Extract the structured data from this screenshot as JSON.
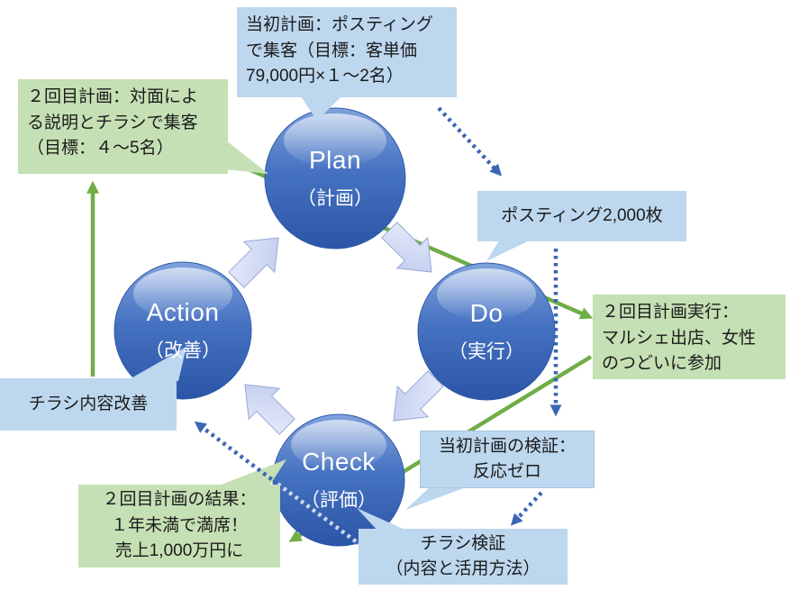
{
  "diagram": "PDCA cycle with first and second plan callouts",
  "colors": {
    "callout_blue": "#BDD7EE",
    "callout_green": "#C5E0B4",
    "green_line": "#70AD47",
    "dotted_blue": "#3B66B5",
    "circle_blue_top": "#7FA2DC",
    "circle_blue_bottom": "#2B55A6",
    "block_arrow": "#CBD5F2",
    "text": "#1b1b1b"
  },
  "cycle": {
    "nodes": [
      {
        "id": "plan",
        "en": "Plan",
        "jp": "（計画）"
      },
      {
        "id": "do",
        "en": "Do",
        "jp": "（実行）"
      },
      {
        "id": "check",
        "en": "Check",
        "jp": "（評価）"
      },
      {
        "id": "action",
        "en": "Action",
        "jp": "（改善）"
      }
    ]
  },
  "callouts": {
    "initial_plan": {
      "text": "当初計画：ポスティング\nで集客（目標：客単価\n79,000円×１～2名）"
    },
    "second_plan": {
      "text": "２回目計画：対面によ\nる説明とチラシで集客\n（目標：４～5名）"
    },
    "posting": {
      "text": "ポスティング2,000枚"
    },
    "second_do": {
      "text": "２回目計画実行：\nマルシェ出店、女性\nのつどいに参加"
    },
    "initial_check": {
      "text": "当初計画の検証：\n反応ゼロ"
    },
    "flyer_improvement": {
      "text": "チラシ内容改善"
    },
    "second_result": {
      "text": "２回目計画の結果：\n１年未満で満席！\n売上1,000万円に"
    },
    "flyer_check": {
      "text": "チラシ検証\n（内容と活用方法）"
    }
  }
}
